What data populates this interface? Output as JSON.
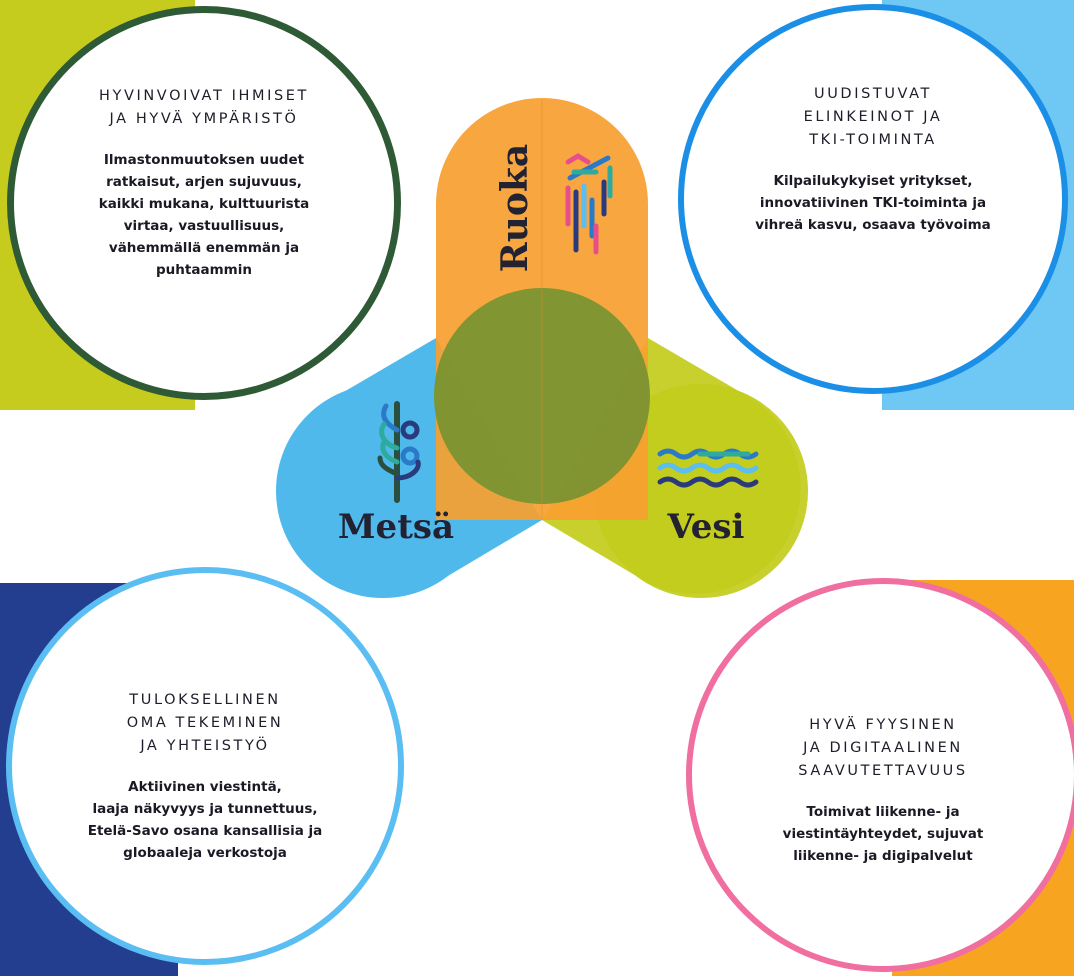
{
  "circles": {
    "top_left": {
      "heading": "HYVINVOIVAT IHMISET\nJA HYVÄ YMPÄRISTÖ",
      "body": "Ilmastonmuutoksen uudet\nratkaisut, arjen sujuvuus,\nkaikki mukana, kulttuurista\nvirtaa, vastuullisuus,\nvähemmällä enemmän ja\npuhtaammin",
      "ring_color": "#2f5a36",
      "corner_color": "#c6cc1e"
    },
    "top_right": {
      "heading": "UUDISTUVAT\nELINKEINOT JA\nTKI-TOIMINTA",
      "body": "Kilpailukykyiset yritykset,\ninnovatiivinen TKI-toiminta ja\nvihreä kasvu, osaava työvoima",
      "ring_color": "#1b8fe6",
      "corner_color": "#6ec8f3"
    },
    "bottom_left": {
      "heading": "TULOKSELLINEN\nOMA TEKEMINEN\nJA YHTEISTYÖ",
      "body": "Aktiivinen viestintä,\nlaaja näkyvyys ja tunnettuus,\nEtelä-Savo osana kansallisia ja\nglobaaleja verkostoja",
      "ring_color": "#5bbef2",
      "corner_color": "#233e8f"
    },
    "bottom_right": {
      "heading": "HYVÄ FYYSINEN\nJA DIGITAALINEN\nSAAVUTETTAVUUS",
      "body": "Toimivat liikenne- ja\nviestintäyhteydet, sujuvat\nliikenne- ja digipalvelut",
      "ring_color": "#f06fa0",
      "corner_color": "#f7a521"
    }
  },
  "petals": {
    "ruoka": {
      "label": "Ruoka",
      "color": "#f7a030",
      "icon": "food-icon"
    },
    "metsa": {
      "label": "Metsä",
      "color": "#4fb9ec",
      "icon": "forest-icon"
    },
    "vesi": {
      "label": "Vesi",
      "color": "#c3cc1c",
      "icon": "water-icon"
    },
    "center_color": "#7a9432"
  }
}
